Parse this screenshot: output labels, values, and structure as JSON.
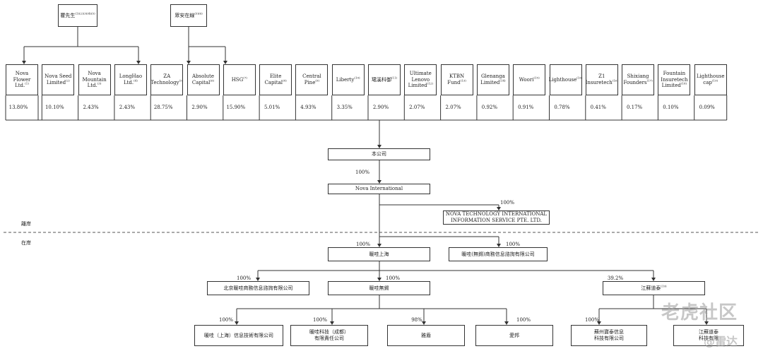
{
  "founders": [
    {
      "id": "zhu",
      "name": "瞿先生",
      "note": "(1)(2)(3)(4)(5)"
    },
    {
      "id": "za",
      "name": "眾安在線",
      "note": "(5)(6)"
    }
  ],
  "shareholders": [
    {
      "id": "s1",
      "name": "Nova\nFlower\nLtd.",
      "note": "(1)",
      "pct": "13.80%"
    },
    {
      "id": "s2",
      "name": "Nova Seed\nLimited",
      "note": "(2)",
      "pct": "10.10%"
    },
    {
      "id": "s3",
      "name": "Nova\nMountain\nLtd.",
      "note": "(3)",
      "pct": "2.43%"
    },
    {
      "id": "s4",
      "name": "LongHao\nLtd.",
      "note": "(4)",
      "pct": "2.43%"
    },
    {
      "id": "s5",
      "name": "ZA\nTechnology",
      "note": "(5)",
      "pct": "28.75%"
    },
    {
      "id": "s6",
      "name": "Absolute\nCapital",
      "note": "(6)",
      "pct": "2.90%"
    },
    {
      "id": "s7",
      "name": "HSG",
      "note": "(7)",
      "pct": "15.90%"
    },
    {
      "id": "s8",
      "name": "Elite\nCapital",
      "note": "(8)",
      "pct": "5.01%"
    },
    {
      "id": "s9",
      "name": "Central\nPine",
      "note": "(9)",
      "pct": "4.93%"
    },
    {
      "id": "s10",
      "name": "Liberty",
      "note": "(10)",
      "pct": "3.35%"
    },
    {
      "id": "s11",
      "name": "珺溪科御",
      "note": "(11)",
      "pct": "2.90%"
    },
    {
      "id": "s12",
      "name": "Ultimate\nLenovo\nLimited",
      "note": "(12)",
      "pct": "2.07%"
    },
    {
      "id": "s13",
      "name": "KTBN\nFund",
      "note": "(13)",
      "pct": "2.07%"
    },
    {
      "id": "s14",
      "name": "Glenanga\nLimited",
      "note": "(14)",
      "pct": "0.92%"
    },
    {
      "id": "s15",
      "name": "Woori",
      "note": "(15)",
      "pct": "0.91%"
    },
    {
      "id": "s16",
      "name": "Lighthouse",
      "note": "(16)",
      "pct": "0.78%"
    },
    {
      "id": "s17",
      "name": "Z1\nInsuretech",
      "note": "(16)",
      "pct": "0.41%"
    },
    {
      "id": "s18",
      "name": "Shixiang\nFounders",
      "note": "(17)",
      "pct": "0.17%"
    },
    {
      "id": "s19",
      "name": "Fountain\nInsuretech\nLimited",
      "note": "(18)",
      "pct": "0.10%"
    },
    {
      "id": "s20",
      "name": "Lighthouse\ncap",
      "note": "(19)",
      "pct": "0.09%"
    }
  ],
  "regions": {
    "offshore": "離岸",
    "onshore": "在岸"
  },
  "entities": [
    {
      "id": "company",
      "name": "本公司"
    },
    {
      "id": "nova_intl",
      "name": "Nova International",
      "pct": "100%"
    },
    {
      "id": "ntiis",
      "name": "NOVA TECHNOLOGY INTERNATIONAL\nINFORMATION SERVICE PTE. LTD.",
      "pct": "100%"
    },
    {
      "id": "sh",
      "name": "暖哇上海",
      "pct": "100%"
    },
    {
      "id": "wuxi_info",
      "name": "暖哇(無錫)商務信息諮詢有限公司",
      "pct": "100%"
    },
    {
      "id": "bj",
      "name": "北京暖哇商務信息諮詢有限公司",
      "pct": "100%"
    },
    {
      "id": "wuxi",
      "name": "暖哇無錫",
      "pct": "100%"
    },
    {
      "id": "jsxt",
      "name": "江蘇道泰",
      "note": "(19)",
      "pct": "39.2%"
    },
    {
      "id": "sh_it",
      "name": "暖哇（上海）信息技術有限公司",
      "pct": "100%"
    },
    {
      "id": "cd",
      "name": "暖哇科技（成都）\n有限責任公司",
      "pct": "100%"
    },
    {
      "id": "yadun",
      "name": "雅盾",
      "pct": "98%"
    },
    {
      "id": "aibang",
      "name": "愛邦",
      "pct": "100%"
    },
    {
      "id": "suzhou",
      "name": "蘇州寶泰信息\n科技有限公司",
      "pct": "100%"
    },
    {
      "id": "jsxt_tech",
      "name": "江蘇道泰\n科技有限",
      "pct": ""
    }
  ],
  "watermark": {
    "line1": "老虎社区",
    "line2": "@雷达"
  },
  "colors": {
    "line": "#333333",
    "divider": "#555555"
  }
}
